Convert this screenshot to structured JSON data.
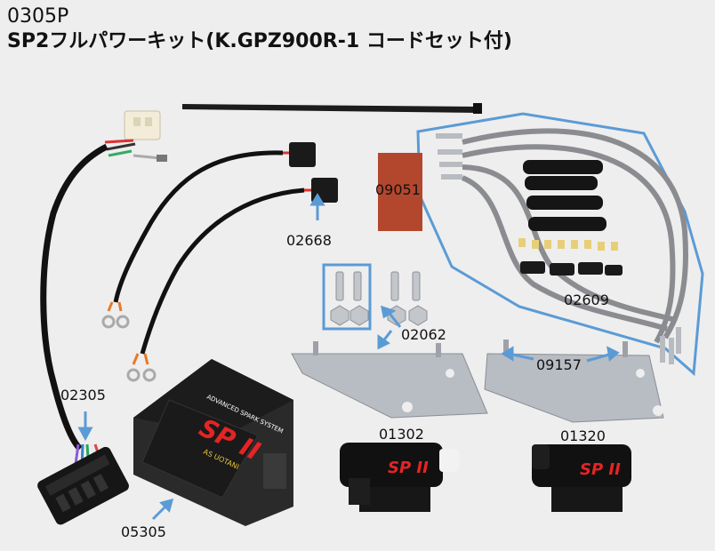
{
  "header": {
    "code": "0305P",
    "title": "SP2フルパワーキット(K.GPZ900R-1 コードセット付)"
  },
  "labels": {
    "l02668": "02668",
    "l09051": "09051",
    "l02609": "02609",
    "l02062": "02062",
    "l09157": "09157",
    "l02305": "02305",
    "l01302": "01302",
    "l01320": "01320",
    "l05305": "05305"
  },
  "product_text": {
    "unit_brand": "ADVANCED SPARK SYSTEM",
    "unit_logo": "SP II",
    "unit_maker": "AS UOTANI"
  },
  "colors": {
    "callout_blue": "#5b9bd5",
    "background": "#eeeeee"
  }
}
